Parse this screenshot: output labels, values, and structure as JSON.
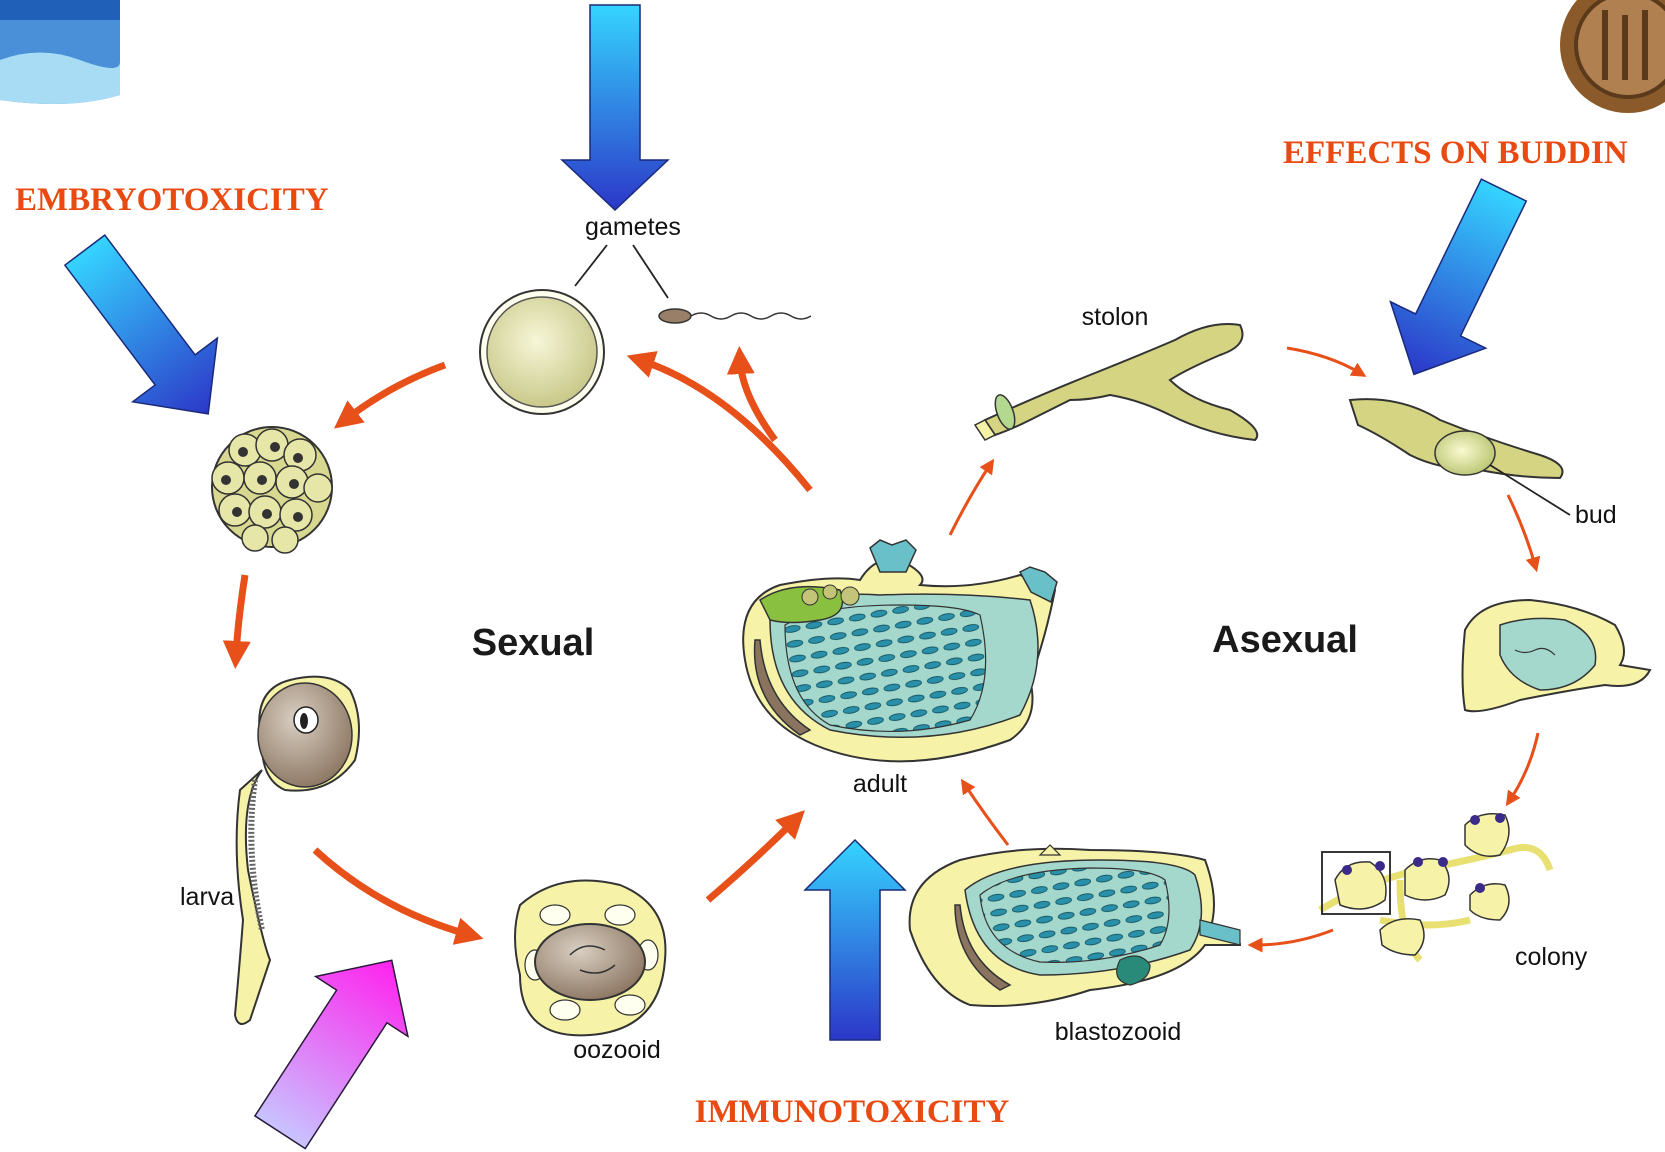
{
  "labels": {
    "gametes": "gametes",
    "stolon": "stolon",
    "bud": "bud",
    "larva": "larva",
    "adult": "adult",
    "oozooid": "oozooid",
    "blastozooid": "blastozooid",
    "colony": "colony",
    "sexual": "Sexual",
    "asexual": "Asexual"
  },
  "effects": {
    "embryotoxicity": "EMBRYOTOXICITY",
    "budding": "EFFECTS ON BUDDIN",
    "immunotoxicity": "IMMUNOTOXICITY"
  },
  "colors": {
    "effect_text": "#e84a12",
    "cycle_arrow": "#e8501a",
    "organism_yellow": "#f6f3a8",
    "organism_olive": "#d4d482",
    "organism_teal": "#a4d8cc",
    "stigmata": "#2a8fa8"
  }
}
